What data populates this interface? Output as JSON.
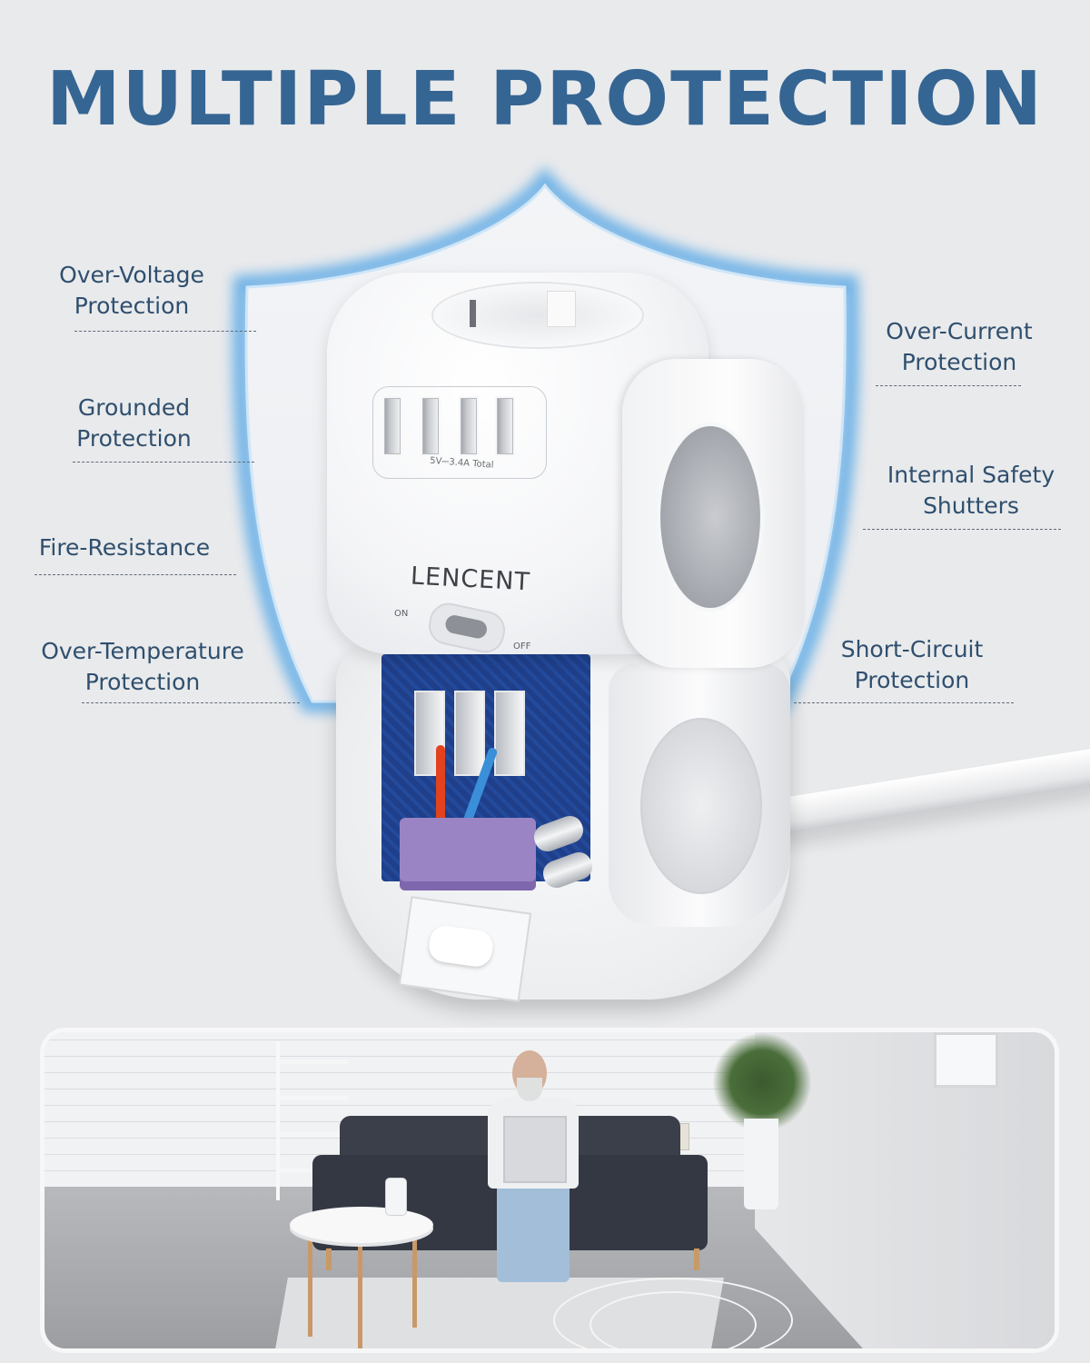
{
  "header": {
    "title": "MULTIPLE PROTECTION"
  },
  "colors": {
    "title": "#356593",
    "feature_text": "#2f4f6e",
    "shield_glow": "#6fb4ea",
    "background": "#e9eaec"
  },
  "features_left": [
    {
      "line1": "Over-Voltage",
      "line2": "Protection"
    },
    {
      "line1": "Grounded",
      "line2": "Protection"
    },
    {
      "line1": "Fire-Resistance",
      "line2": ""
    },
    {
      "line1": "Over-Temperature",
      "line2": "Protection"
    }
  ],
  "features_right": [
    {
      "line1": "Over-Current",
      "line2": "Protection"
    },
    {
      "line1": "Internal Safety",
      "line2": "Shutters"
    },
    {
      "line1": "Short-Circuit",
      "line2": "Protection"
    }
  ],
  "device": {
    "brand": "LENCENT",
    "usb_rating": "5V⎓3.4A Total",
    "switch_on": "ON",
    "switch_off": "OFF",
    "usb_port_count": 4
  },
  "lifestyle_photo": {
    "description": "Man sitting on grey sofa with laptop; power cube on white side table, cable running to wall outlet"
  }
}
